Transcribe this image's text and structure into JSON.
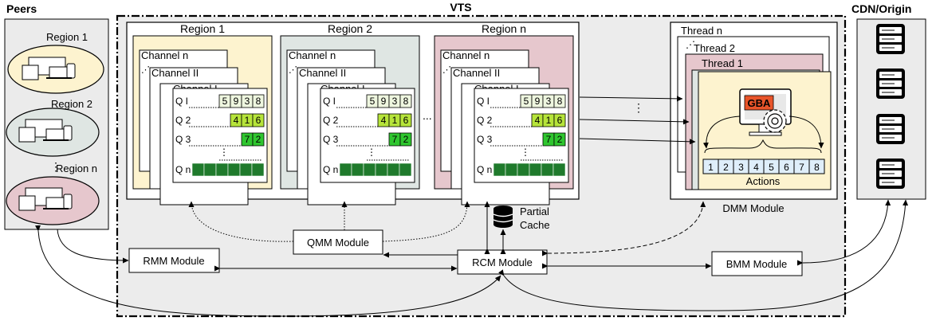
{
  "titles": {
    "peers": "Peers",
    "vts": "VTS",
    "cdn": "CDN/Origin"
  },
  "peer_regions": [
    "Region 1",
    "Region 2",
    "Region n"
  ],
  "region_panels": [
    {
      "title": "Region 1",
      "color": "#fdf3cf"
    },
    {
      "title": "Region 2",
      "color": "#dfe6e3"
    },
    {
      "title": "Region n",
      "color": "#e6c7cd"
    }
  ],
  "channels": {
    "back": "Channel n",
    "mid": "Channel II",
    "front": "Channel I"
  },
  "queues": [
    {
      "label": "Q I",
      "values": [
        "5",
        "9",
        "3",
        "8"
      ]
    },
    {
      "label": "Q 2",
      "values": [
        "4",
        "1",
        "6"
      ]
    },
    {
      "label": "Q 3",
      "values": [
        "7",
        "2"
      ]
    },
    {
      "label": "Q n",
      "values": []
    }
  ],
  "colors": {
    "peers_bg": "#ebebeb",
    "vts_bg": "#ececec",
    "q1_cell": "#eef6df",
    "q2_cell": "#b6e43a",
    "q3_cell": "#2fc62f",
    "qn_cell": "#1f7a2c",
    "gba": "#e8542a",
    "actions_cell": "#dfeefa",
    "thread_front": "#fdf3cf",
    "thread_mid": "#dfe6e3",
    "thread_back": "#e6c7cd"
  },
  "threads": [
    "Thread n",
    "Thread 2",
    "Thread 1"
  ],
  "gba_label": "GBA",
  "actions": {
    "cells": [
      "1",
      "2",
      "3",
      "4",
      "5",
      "6",
      "7",
      "8"
    ],
    "label": "Actions"
  },
  "modules": {
    "dmm": "DMM Module",
    "qmm": "QMM Module",
    "rmm": "RMM Module",
    "rcm": "RCM Module",
    "bmm": "BMM Module"
  },
  "cache": {
    "line1": "Partial",
    "line2": "Cache"
  },
  "ellipsis": {
    "h": "...",
    "v": "⋮"
  },
  "icons": [
    "device-group-icon",
    "server-icon",
    "database-icon",
    "computer-gear-icon"
  ]
}
